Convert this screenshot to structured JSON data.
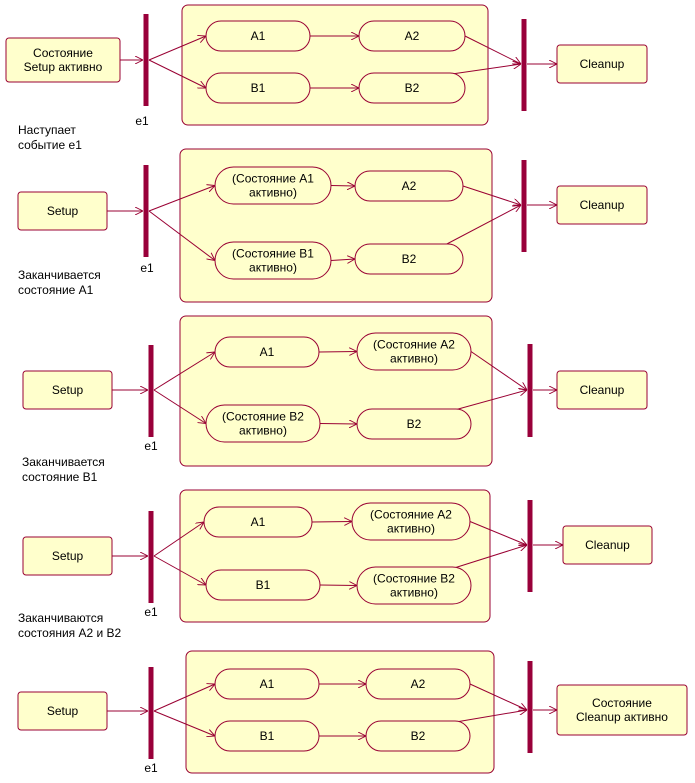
{
  "colors": {
    "fill": "#ffffcc",
    "stroke": "#990033",
    "bar": "#99003a",
    "region_stroke": "#990033"
  },
  "panels": [
    {
      "setup": "Состояние\nSetup активно",
      "fork_label": "e1",
      "a1": "A1",
      "a2": "A2",
      "b1": "B1",
      "b2": "B2",
      "cleanup": "Cleanup",
      "caption": "Наступает\nсобытие e1"
    },
    {
      "setup": "Setup",
      "fork_label": "e1",
      "a1": "(Состояние A1\nактивно)",
      "a2": "A2",
      "b1": "(Состояние B1\nактивно)",
      "b2": "B2",
      "cleanup": "Cleanup",
      "caption": "Заканчивается\nсостояние A1"
    },
    {
      "setup": "Setup",
      "fork_label": "e1",
      "a1": "A1",
      "a2": "(Состояние A2\nактивно)",
      "b1": "(Состояние B2\nактивно)",
      "b2": "B2",
      "cleanup": "Cleanup",
      "caption": "Заканчивается\nсостояние B1"
    },
    {
      "setup": "Setup",
      "fork_label": "e1",
      "a1": "A1",
      "a2": "(Состояние A2\nактивно)",
      "b1": "B1",
      "b2": "(Состояние B2\nактивно)",
      "cleanup": "Cleanup",
      "caption": "Заканчиваются\nсостояния A2 и B2"
    },
    {
      "setup": "Setup",
      "fork_label": "e1",
      "a1": "A1",
      "a2": "A2",
      "b1": "B1",
      "b2": "B2",
      "cleanup": "Состояние\nCleanup активно",
      "caption": ""
    }
  ]
}
